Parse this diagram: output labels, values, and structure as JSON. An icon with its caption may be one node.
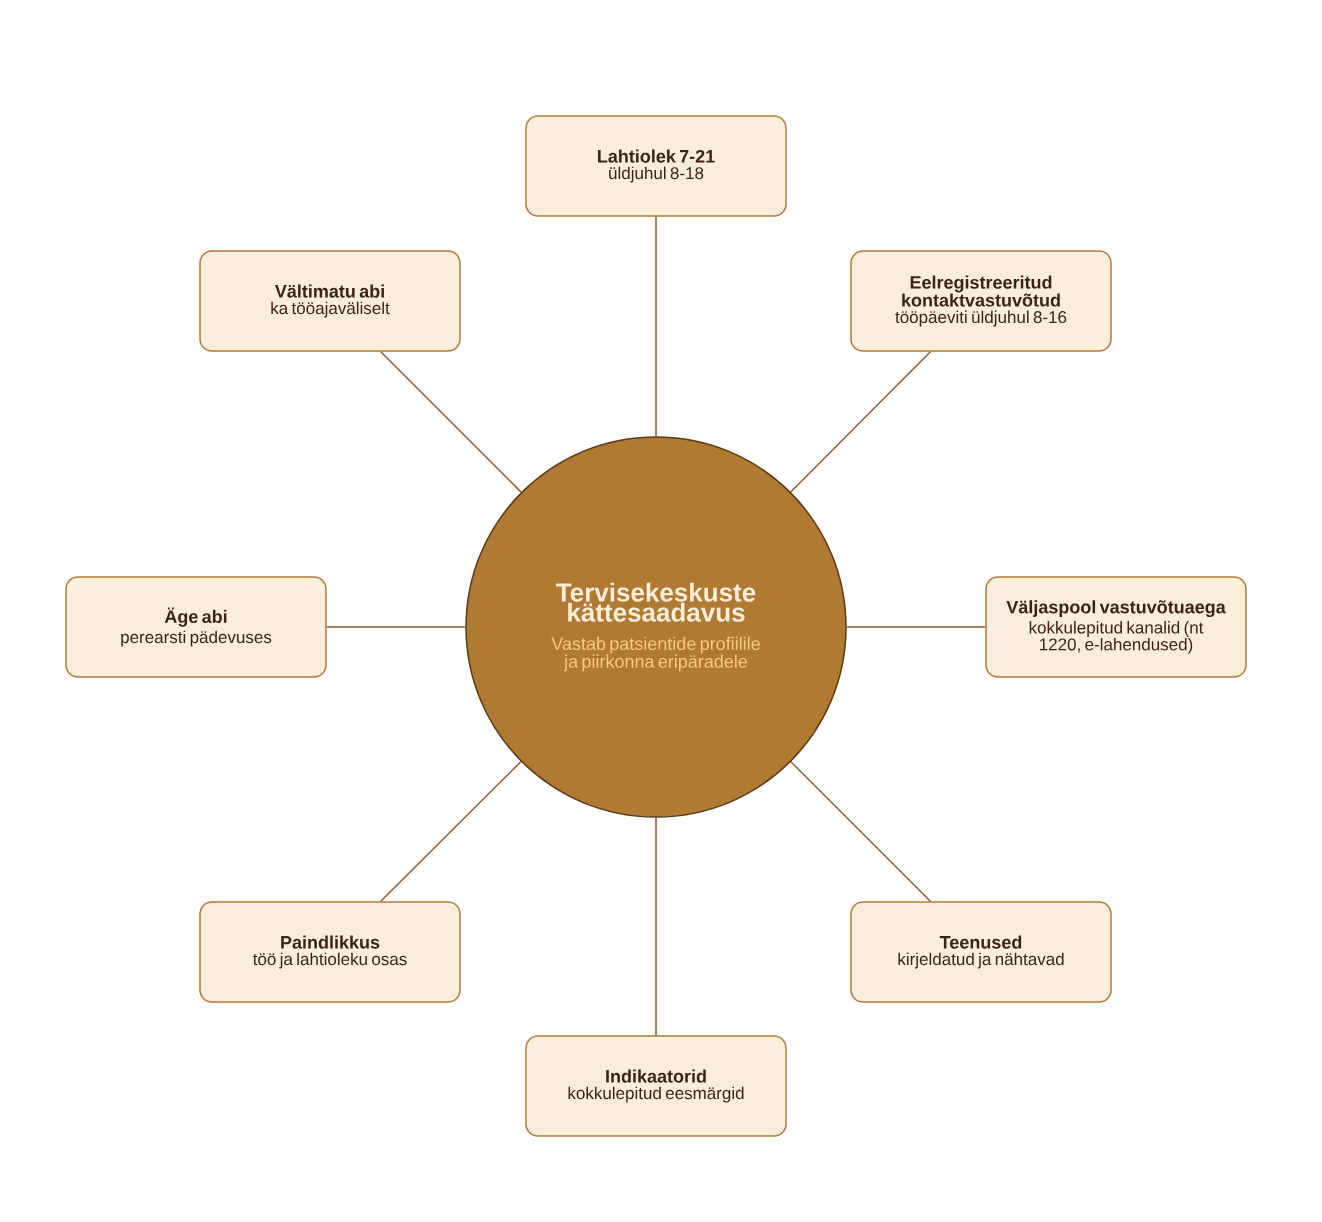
{
  "diagram": {
    "nodes": [
      {
        "text": [
          "Tervisekeskuste kättesaadavus",
          "Vastab patsientide profiilile ja piirkonna eripäradele"
        ]
      },
      {
        "text": [
          "Lahtiolek 7-21",
          "üldjuhul 8-18"
        ]
      },
      {
        "text": [
          "Vältimatu abi",
          "ka tööajaväliselt"
        ]
      },
      {
        "text": [
          "Eelregistreeritud kontaktvastuvõtud",
          "tööpäeviti üldjuhul 8-16"
        ]
      },
      {
        "text": [
          "Äge abi",
          "perearsti pädevuses"
        ]
      },
      {
        "text": [
          "Väljaspool vastuvõtuaega",
          "kokkulepitud kanalid (nt 1220, e-lahendused)"
        ]
      },
      {
        "text": [
          "Paindlikkus",
          "töö ja lahtioleku osas"
        ]
      },
      {
        "text": [
          "Teenused",
          "kirjeldatud ja nähtavad"
        ]
      },
      {
        "text": [
          "Indikaatorid",
          "kokkulepitud eesmärgid"
        ]
      }
    ],
    "edges": [
      {
        "from": 0,
        "to": 1,
        "arrow": "none"
      },
      {
        "from": 0,
        "to": 2,
        "arrow": "none"
      },
      {
        "from": 0,
        "to": 3,
        "arrow": "none"
      },
      {
        "from": 0,
        "to": 4,
        "arrow": "none"
      },
      {
        "from": 0,
        "to": 5,
        "arrow": "none"
      },
      {
        "from": 0,
        "to": 6,
        "arrow": "none"
      },
      {
        "from": 0,
        "to": 7,
        "arrow": "none"
      },
      {
        "from": 0,
        "to": 8,
        "arrow": "none"
      }
    ]
  }
}
